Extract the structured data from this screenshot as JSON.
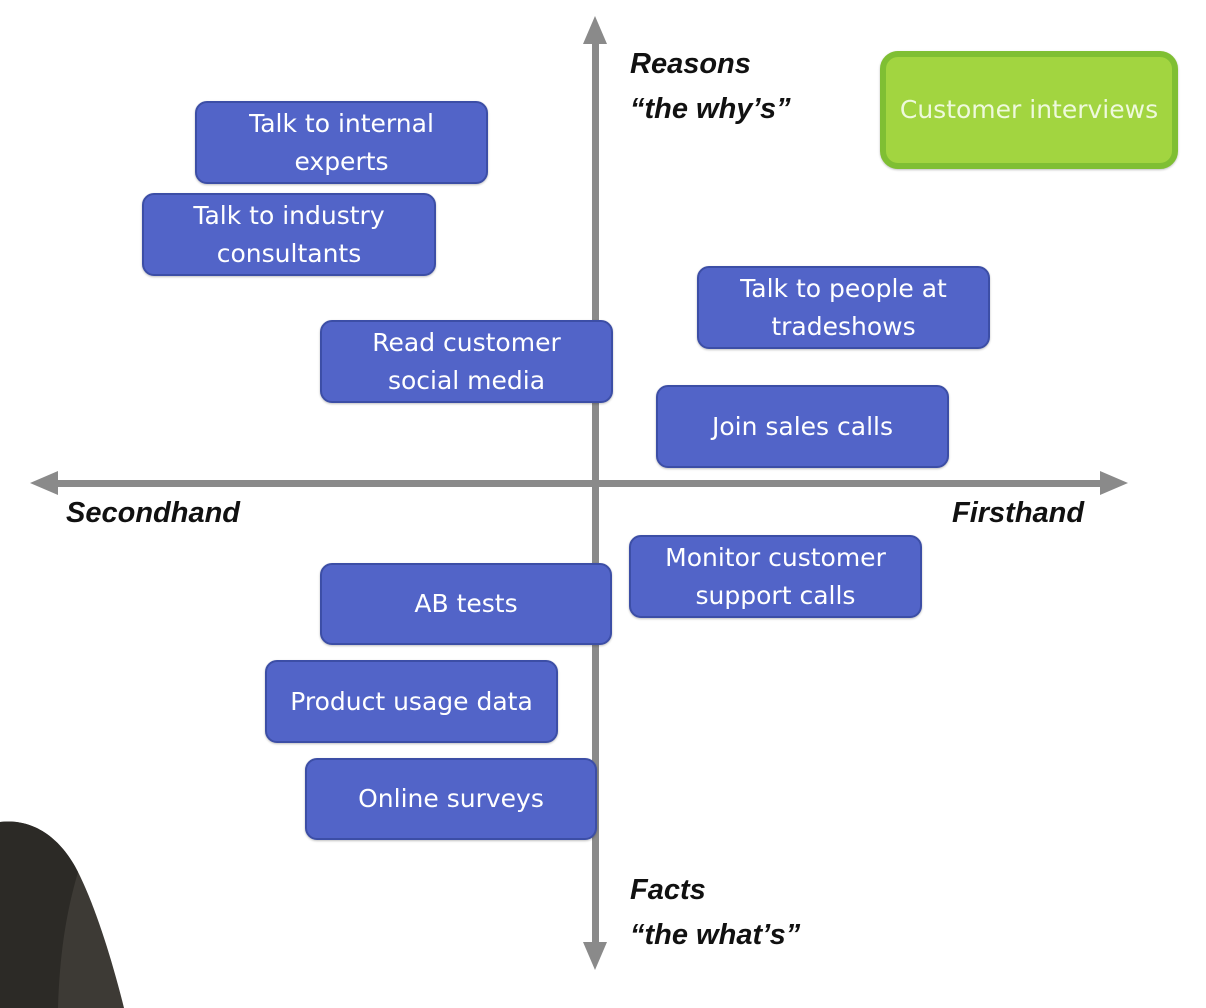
{
  "axes": {
    "top": [
      "Reasons",
      "“the why’s”"
    ],
    "bottom": [
      "Facts",
      "“the what’s”"
    ],
    "left": "Secondhand",
    "right": "Firsthand"
  },
  "highlight": {
    "label": "Customer interviews",
    "fill_color": "#a2d540"
  },
  "methods": {
    "internal_experts": "Talk to internal experts",
    "industry_consultants": "Talk to industry consultants",
    "customer_social_media": "Read customer social media",
    "tradeshows": "Talk to people at tradeshows",
    "sales_calls": "Join sales calls",
    "support_calls": "Monitor customer support calls",
    "ab_tests": "AB tests",
    "product_usage": "Product usage data",
    "online_surveys": "Online surveys"
  },
  "colors": {
    "card_fill": "#5264c8",
    "axis": "#8a8a8a"
  }
}
